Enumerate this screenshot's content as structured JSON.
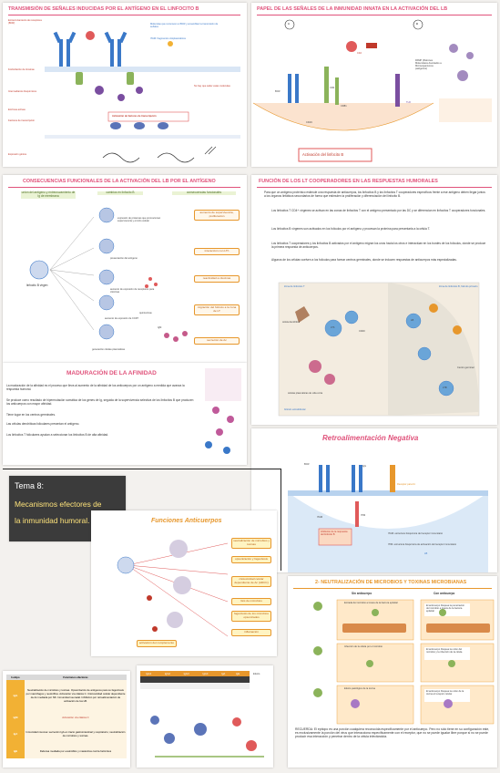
{
  "colors": {
    "pink": "#e0527b",
    "orange": "#e7972c",
    "green": "#8bb35a",
    "blue": "#3a78c8",
    "chalk": "#3b3b3b",
    "yellow": "#fde27a"
  },
  "p1": {
    "title": "Transmisión de señales inducidas por el antígeno en el linfocito B",
    "left_labels": [
      "Entrecruzamiento de receptores (BCR)",
      "Fosforilación de tirosinas",
      "Intermediarios bioquímicos",
      "Enzimas activas",
      "Factores de transcripción",
      "Expresión génica"
    ],
    "bubbles": [
      "Moléculas que reconocen el BCR y ensamblan la transmisión de señales",
      "ITAM: fragmentos citoplasmáticos",
      "No hay que saber estas moléculas"
    ],
    "center_label": "Activación de factores de transcripción"
  },
  "p2": {
    "title": "Papel de las señales de la inmunidad innata en la activación del LB",
    "labels": {
      "a": "A",
      "b": "B",
      "c3d": "C3d",
      "cr2": "CR2",
      "cd19": "CD19",
      "cd81": "CD81",
      "tlr": "TLR",
      "bcr": "BCR",
      "pamp": "PAMP (Patrones Moleculares Asociados a Microorganismos patógenos)",
      "activacion": "Activación del linfocito B"
    }
  },
  "p3": {
    "title": "Consecuencias funcionales de la activación del LB por el antígeno",
    "col_headers": [
      "unión del antígeno y entrecruzamiento de Ig de membrana",
      "cambios en linfocito B",
      "consecuencias funcionales"
    ],
    "start_label": "linfocito B virgen",
    "changes": [
      "expresión de proteínas que promocionan supervivencia y el ciclo celular",
      "presentación del antígeno",
      "aumento de expresión de receptores para citocinas",
      "quimiocinas",
      "aumento de expresión de CCR7",
      "IgM",
      "generación células plasmáticas"
    ],
    "consequences": [
      "aumento de supervivencia, proliferación",
      "interacción con LTh",
      "reactividad a citocinas",
      "migración del folículo a la zona de LT",
      "secreción de Ac"
    ]
  },
  "p4": {
    "title": "Función de los LT cooperadores en las respuestas humorales",
    "intro": "Para que un antígeno proteínico estimule una respuesta de anticuerpos, los linfocitos B y los linfocitos T cooperadores específicos frente a ese antígeno deben llegar juntos a los órganos linfáticos secundarios de forma que estimulen la proliferación y diferenciación del linfocito B.",
    "steps": [
      "Los linfocitos T CD4+ vírgenes se activan en las zonas de linfocitos T con el antígeno presentado por las DC y se diferencian en linfocitos T cooperadores funcionales.",
      "Los linfocitos B vírgenes son activados en los folículos por el antígeno y procesan la proteína para presentarla a la célula T.",
      "Los linfocitos T cooperadores y los linfocitos B activados por el antígeno migran los unos hacia los otros e interactúan en los bordes de los folículos, donde se produce la primera respuesta de anticuerpos.",
      "Algunos de los células vuelven a los folículos para formar centros germinales, donde se inducen respuestas de anticuerpos más especializadas."
    ],
    "diagram": {
      "zone_t": "Zona de linfocitos T",
      "zone_b": "Zona de linfocitos B, folículo primario",
      "dc": "célula dendrítica",
      "plasma": "células plasmáticas de vida corta",
      "germinal": "Centro germinal",
      "lb": "LB",
      "lth": "LTh",
      "cd40": "CD40",
      "tfh": "LTfh",
      "footer": "folículo extrafolicular"
    }
  },
  "p5": {
    "title": "Maduración de la afinidad",
    "lines": [
      "La maduración de la afinidad es el proceso que lleva al aumento de la afinidad de los anticuerpos por un antígeno a medida que avanza la respuesta humoral.",
      "Se produce como resultado de hipermutación somática de los genes de Ig, seguida de la supervivencia selectiva de los linfocitos B que producen los anticuerpos con mayor afinidad.",
      "Tiene lugar en los centros germinales.",
      "Las células dendríticas foliculares presentan el antígeno.",
      "Los linfocitos T foliculares ayudan a seleccionar los linfocitos B de alta afinidad."
    ]
  },
  "p6": {
    "title": "Retroalimentación Negativa",
    "labels": {
      "bcr": "BCR",
      "ig": "IgG",
      "receptor": "Receptor para Fc",
      "itam": "ITAM",
      "itim": "ITIM",
      "inhib": "Inhibición de la respuesta del linfocito B",
      "lb": "LB"
    },
    "notes": [
      "ITAM: estructura bioquímica del receptor inmunitario",
      "ITIM: estructura bioquímica de activación del receptor inmunitario"
    ]
  },
  "p7": {
    "tema": "Tema 8:",
    "title_lines": [
      "Mecanismos efectores de",
      "la inmunidad humoral."
    ]
  },
  "p8": {
    "title": "Funciones Anticuerpos",
    "badges": [
      "neutralización de microbios y toxinas",
      "opsonización y fagocitosis",
      "citotoxicidad celular dependiente de Ac (ADCC)",
      "lisis de microbios",
      "fagocitosis de los microbios opsonizados",
      "inflamación",
      "activación del complemento"
    ]
  },
  "p9": {
    "headers": [
      "Isotipo",
      "Funciones efectoras"
    ],
    "rows": [
      {
        "iso": "IgG",
        "text": "Neutralización de microbios y toxinas. Opsonización de antígenos para su fagocitosis por macrófagos y neutrófilos. Activación vía clásica C. Citotoxicidad celular dependiente de Ac mediada por NK. Inmunidad neonatal. Inhibición por retroalimentación de activación de los LB."
      },
      {
        "iso": "IgM",
        "text": "Activación vía clásica C"
      },
      {
        "iso": "IgA",
        "text": "Inmunidad mucosa: secreción IgA en tracto gastrointestinal y respiratorio; neutralización de microbios y toxinas."
      },
      {
        "iso": "IgE",
        "text": "Defensa mediada por eosinófilos y mastocitos contra helmintos"
      }
    ]
  },
  "p10": {
    "headers": [
      "",
      "IgG1",
      "IgG2",
      "IgG3",
      "IgG4",
      "IgA",
      "IgE"
    ],
    "caption": "Efecto"
  },
  "p11": {
    "title": "2- Neutralización de microbios y toxinas microbianas",
    "col_headers": [
      "Sin anticuerpo",
      "Con anticuerpo"
    ],
    "rows": [
      "Entrada del microbio a través de la barrera epitelial",
      "Infección de la célula por el microbio",
      "Efecto patológico de la toxina"
    ],
    "right_notes": [
      "El anticuerpo bloquea la penetración del microbio a través de la barrera epitelial",
      "El anticuerpo bloquea la unión del microbio y la infección de la célula",
      "El anticuerpo bloquea la unión de la toxina al receptor celular"
    ],
    "recuerda": "RECUERDA: El epítopo es una porción cualquiera reconocida específicamente por el anticuerpo. Pero no sólo tiene en su configuración este, es exclusivamente la porción del virus que interacciona específicamente con el receptor, que no se puede igualar libre porque si no se puede producir esa interacción y penetrar dentro de la célula infectándola."
  }
}
